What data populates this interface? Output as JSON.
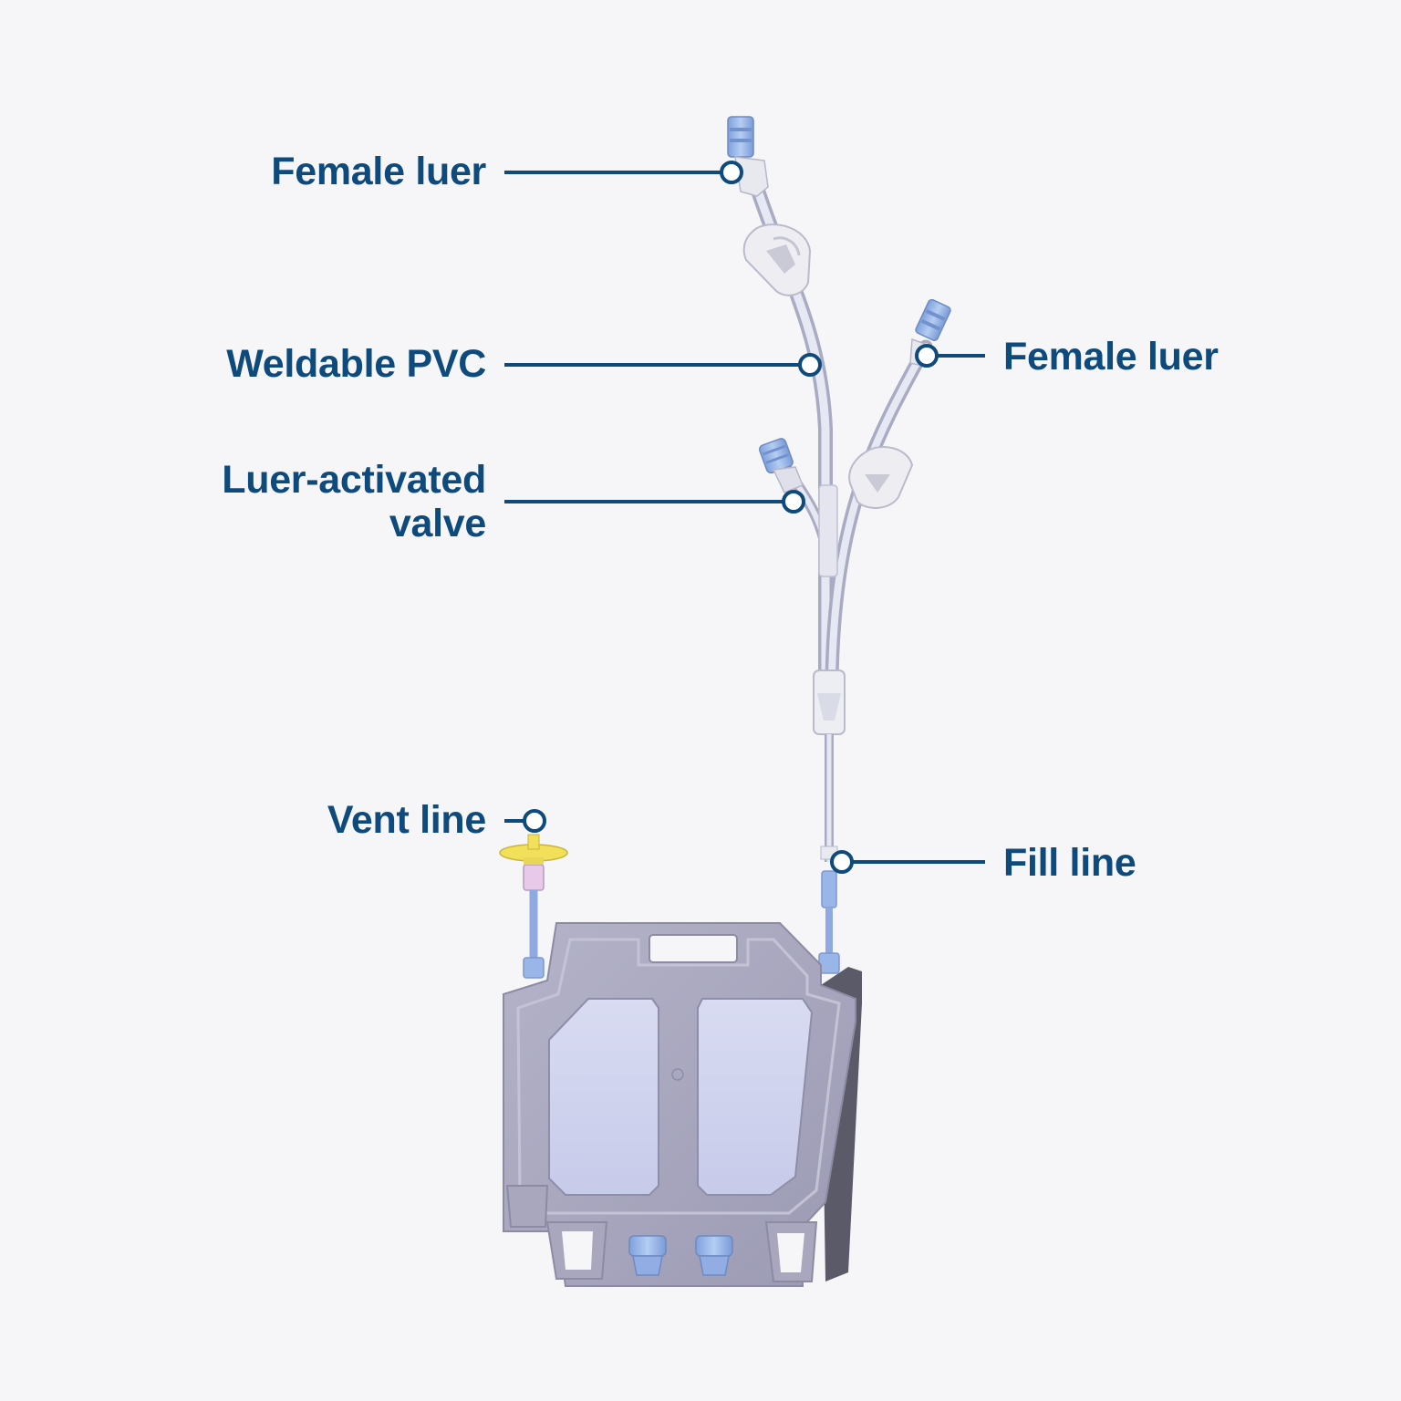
{
  "callouts": {
    "female_luer_top": "Female luer",
    "weldable_pvc": "Weldable PVC",
    "luer_valve_line1": "Luer-activated",
    "luer_valve_line2": "valve",
    "vent_line": "Vent line",
    "female_luer_right": "Female luer",
    "fill_line": "Fill line"
  },
  "colors": {
    "label_text": "#0e4a7b",
    "callout_line": "#0e4a7b",
    "background": "#f6f6f9",
    "luer_cap_blue": "#8fb0e6",
    "vent_filter_yellow": "#f2e05a",
    "container_gray": "#a9a9c2",
    "container_window": "#d2d6ef"
  }
}
